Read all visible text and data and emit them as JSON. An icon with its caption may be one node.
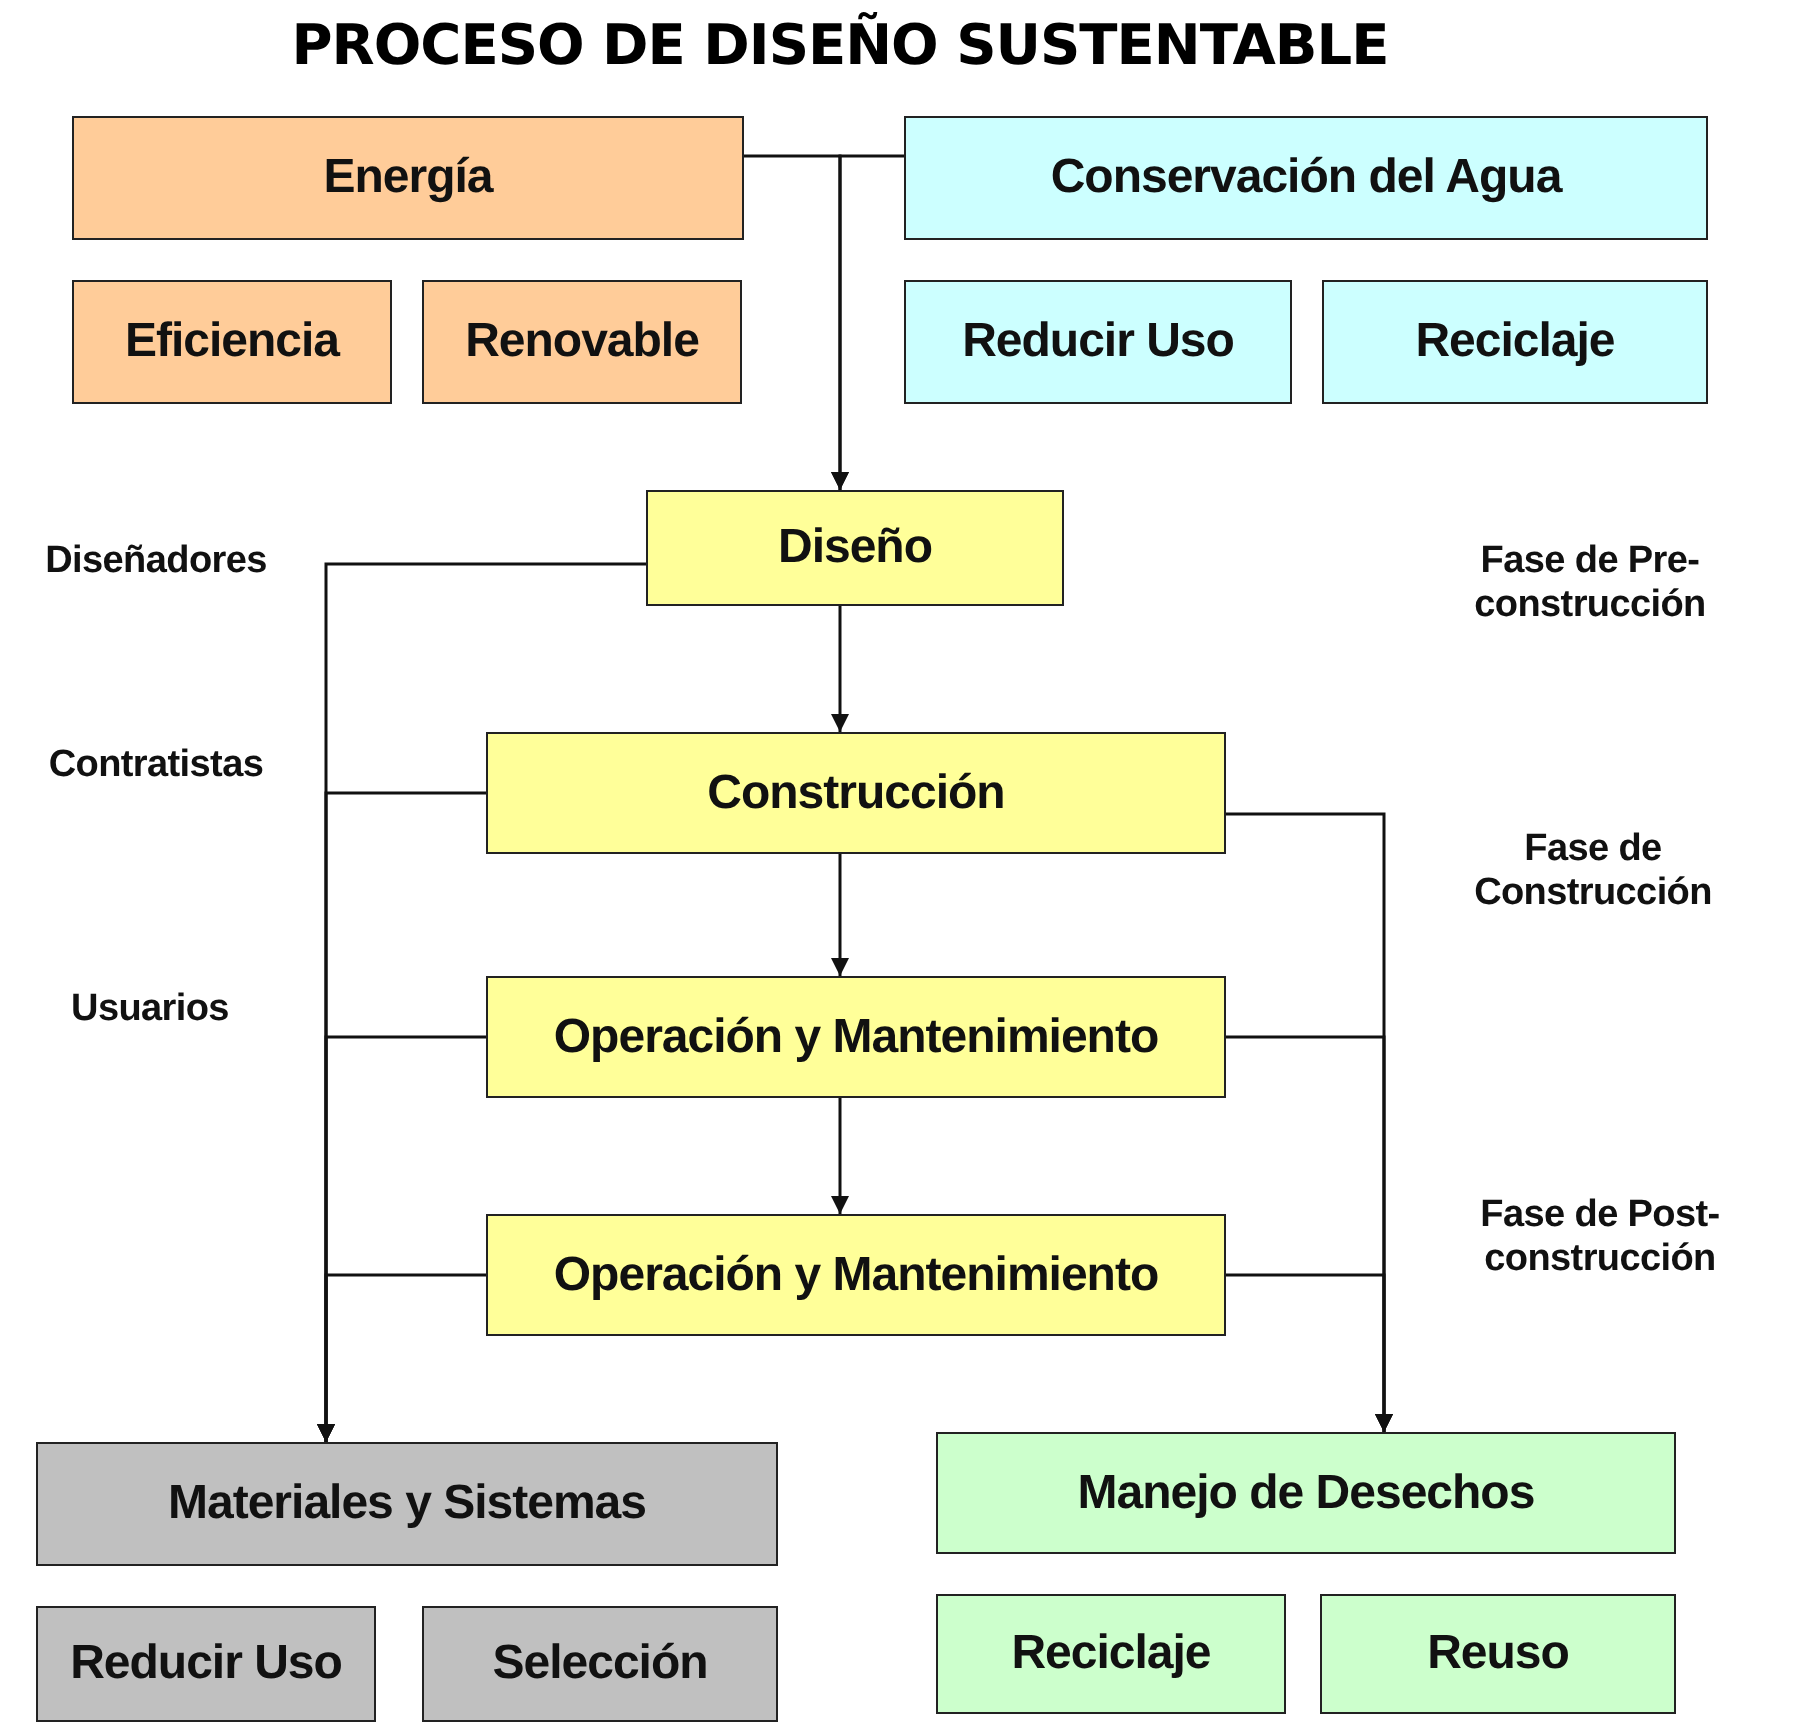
{
  "diagram": {
    "title": "PROCESO DE DISEÑO SUSTENTABLE",
    "nodes": [
      {
        "text": [
          "Energía"
        ]
      },
      {
        "text": [
          "Eficiencia"
        ]
      },
      {
        "text": [
          "Renovable"
        ]
      },
      {
        "text": [
          "Conservación del Agua"
        ]
      },
      {
        "text": [
          "Reducir Uso"
        ]
      },
      {
        "text": [
          "Reciclaje"
        ]
      },
      {
        "text": [
          "Diseño"
        ]
      },
      {
        "text": [
          "Construcción"
        ]
      },
      {
        "text": [
          "Operación y Mantenimiento"
        ]
      },
      {
        "text": [
          "Operación y Mantenimiento"
        ]
      },
      {
        "text": [
          "Materiales y Sistemas"
        ]
      },
      {
        "text": [
          "Reducir Uso"
        ]
      },
      {
        "text": [
          "Selección"
        ]
      },
      {
        "text": [
          "Manejo de Desechos"
        ]
      },
      {
        "text": [
          "Reciclaje"
        ]
      },
      {
        "text": [
          "Reuso"
        ]
      }
    ],
    "edges": [
      {
        "from": 0,
        "to": 6,
        "arrow": "to"
      },
      {
        "from": 3,
        "to": 6,
        "arrow": "to"
      },
      {
        "from": 6,
        "to": 7,
        "arrow": "to"
      },
      {
        "from": 7,
        "to": 8,
        "arrow": "to"
      },
      {
        "from": 8,
        "to": 9,
        "arrow": "to"
      },
      {
        "from": 6,
        "to": 10,
        "arrow": "to"
      },
      {
        "from": 7,
        "to": 10,
        "arrow": "to"
      },
      {
        "from": 8,
        "to": 10,
        "arrow": "to"
      },
      {
        "from": 9,
        "to": 10,
        "arrow": "to"
      },
      {
        "from": 7,
        "to": 13,
        "arrow": "to"
      },
      {
        "from": 8,
        "to": 13,
        "arrow": "to"
      },
      {
        "from": 9,
        "to": 13,
        "arrow": "to"
      }
    ],
    "labels": [
      "Diseñadores",
      "Fase de Pre-construcción",
      "Contratistas",
      "Fase de Construcción",
      "Usuarios",
      "Fase de Post-construcción"
    ]
  }
}
